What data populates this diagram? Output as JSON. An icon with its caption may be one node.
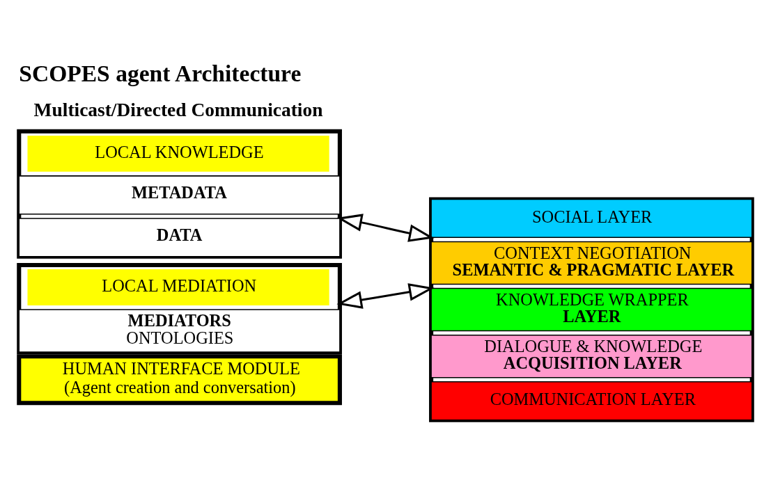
{
  "diagram": {
    "title": "SCOPES agent Architecture",
    "nodes": [
      {
        "text": [
          "HUMAN INTERFACE MODULE",
          "(Agent creation and conversation)"
        ]
      },
      {
        "text": [],
        "shape": "box"
      },
      {
        "text": [
          "SOCIAL LAYER"
        ],
        "in": 1
      },
      {
        "text": [
          "CONTEXT NEGOTIATION",
          "SEMANTIC & PRAGMATIC LAYER"
        ],
        "in": 1
      },
      {
        "text": [
          "KNOWLEDGE WRAPPER",
          "LAYER"
        ],
        "in": 1
      },
      {
        "text": [
          "DIALOGUE & KNOWLEDGE",
          "ACQUISITION LAYER"
        ],
        "in": 1
      },
      {
        "text": [
          "COMMUNICATION LAYER"
        ],
        "in": 1
      },
      {
        "text": [
          "LOCAL KNOWLEDGE"
        ]
      },
      {
        "text": [
          "METADATA"
        ],
        "in": 7
      },
      {
        "text": [
          "DATA"
        ],
        "in": 7
      },
      {
        "text": [
          "LOCAL MEDIATION"
        ]
      },
      {
        "text": [
          "MEDIATORS",
          "ONTOLOGIES"
        ],
        "in": 10
      }
    ],
    "edges": [
      {
        "from": 7,
        "to": 1,
        "arrow": "both"
      },
      {
        "from": 10,
        "to": 1,
        "arrow": "both"
      }
    ],
    "labels": [
      "Multicast/Directed Communication"
    ]
  }
}
